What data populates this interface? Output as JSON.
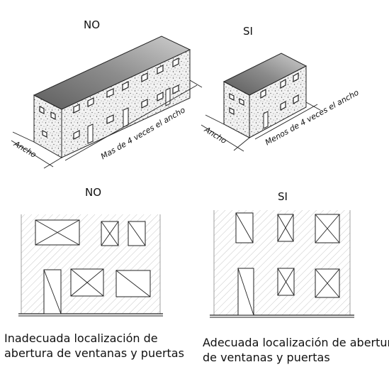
{
  "top_left_label": "NO",
  "top_right_label": "SI",
  "top_left_width_label": "Ancho",
  "top_left_length_label": "Mas de 4 veces el ancho",
  "top_right_width_label": "Ancho",
  "top_right_length_label": "Menos de 4 veces el ancho",
  "bottom_left_label": "NO",
  "bottom_right_label": "SI",
  "caption_left": [
    "Inadecuada localización de",
    "abertura de ventanas y puertas"
  ],
  "caption_right": [
    "Adecuada localización de abertura",
    "de ventanas y puertas"
  ]
}
